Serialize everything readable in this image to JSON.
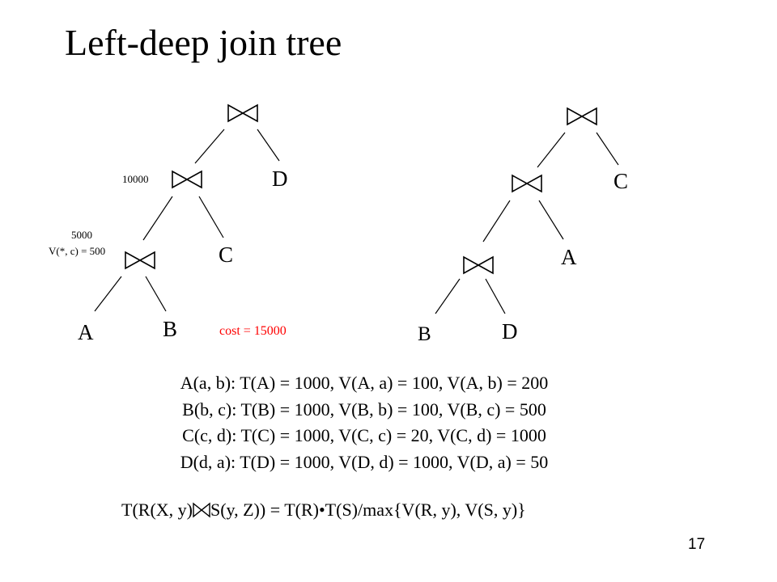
{
  "title": "Left-deep join tree",
  "left_tree": {
    "top_right": "D",
    "mid_right": "C",
    "bottom_left": "A",
    "bottom_right": "B",
    "annotation_mid": "10000",
    "annotation_low_1": "5000",
    "annotation_low_2": "V(*, c) = 500",
    "cost": "cost = 15000"
  },
  "right_tree": {
    "top_right": "C",
    "mid_right": "A",
    "bottom_left": "B",
    "bottom_right": "D"
  },
  "relations": [
    "A(a, b): T(A) = 1000, V(A, a) = 100, V(A, b) = 200",
    "B(b, c): T(B) = 1000,  V(B, b) = 100, V(B, c) = 500",
    "C(c, d): T(C) = 1000,  V(C, c) = 20,  V(C, d) = 1000",
    "D(d, a): T(D) = 1000, V(D, d) = 1000, V(D, a) = 50"
  ],
  "join_formula": {
    "left": "T(R(X, y)",
    "right": "S(y, Z)) = T(R)•T(S)/max{V(R, y), V(S, y)}"
  },
  "page_number": "17",
  "colors": {
    "cost": "#ff0000",
    "text": "#000000"
  }
}
